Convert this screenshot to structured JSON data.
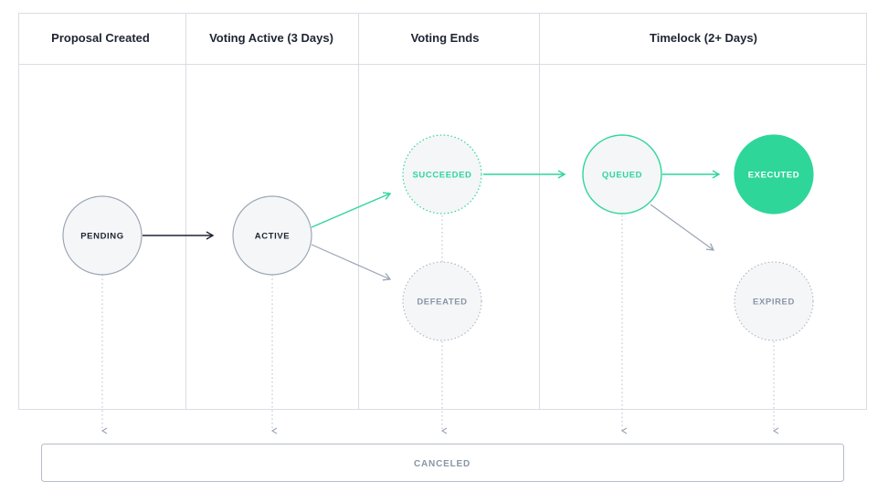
{
  "columns": [
    "Proposal Created",
    "Voting Active (3 Days)",
    "Voting Ends",
    "Timelock (2+ Days)"
  ],
  "states": {
    "pending": "PENDING",
    "active": "ACTIVE",
    "succeeded": "SUCCEEDED",
    "defeated": "DEFEATED",
    "queued": "QUEUED",
    "executed": "EXECUTED",
    "expired": "EXPIRED",
    "canceled": "CANCELED"
  },
  "colors": {
    "accent": "#2ed69a",
    "ink": "#1f2433",
    "muted": "#8a95a6",
    "border": "#d9dde3"
  }
}
